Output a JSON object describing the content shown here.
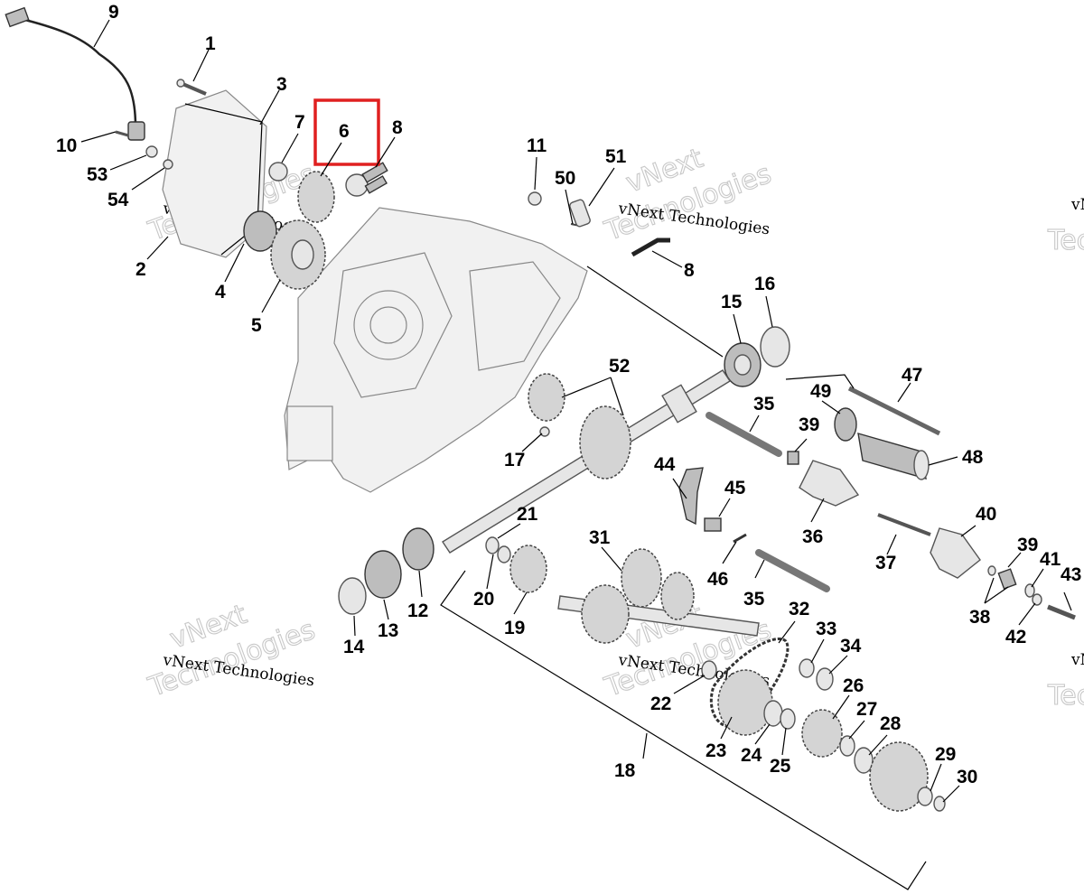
{
  "watermarks": {
    "line1": "vNext",
    "line2": "vNext Technologies",
    "line3": "Technologies",
    "edge_line1": "vN",
    "edge_line2": "Tec"
  },
  "callouts": {
    "c1": "1",
    "c2": "2",
    "c3": "3",
    "c4": "4",
    "c5": "5",
    "c6": "6",
    "c7": "7",
    "c8a": "8",
    "c8b": "8",
    "c9": "9",
    "c10": "10",
    "c11": "11",
    "c12": "12",
    "c13": "13",
    "c14": "14",
    "c15": "15",
    "c16": "16",
    "c17": "17",
    "c18": "18",
    "c19": "19",
    "c20": "20",
    "c21": "21",
    "c22": "22",
    "c23": "23",
    "c24": "24",
    "c25": "25",
    "c26": "26",
    "c27": "27",
    "c28": "28",
    "c29": "29",
    "c30": "30",
    "c31": "31",
    "c32": "32",
    "c33": "33",
    "c34": "34",
    "c35a": "35",
    "c35b": "35",
    "c36": "36",
    "c37": "37",
    "c38": "38",
    "c39a": "39",
    "c39b": "39",
    "c40": "40",
    "c41": "41",
    "c42": "42",
    "c43": "43",
    "c44": "44",
    "c45": "45",
    "c46": "46",
    "c47": "47",
    "c48": "48",
    "c49": "49",
    "c50": "50",
    "c51": "51",
    "c52": "52",
    "c53": "53",
    "c54": "54"
  },
  "highlight": {
    "part": "6",
    "color": "#e02020"
  }
}
